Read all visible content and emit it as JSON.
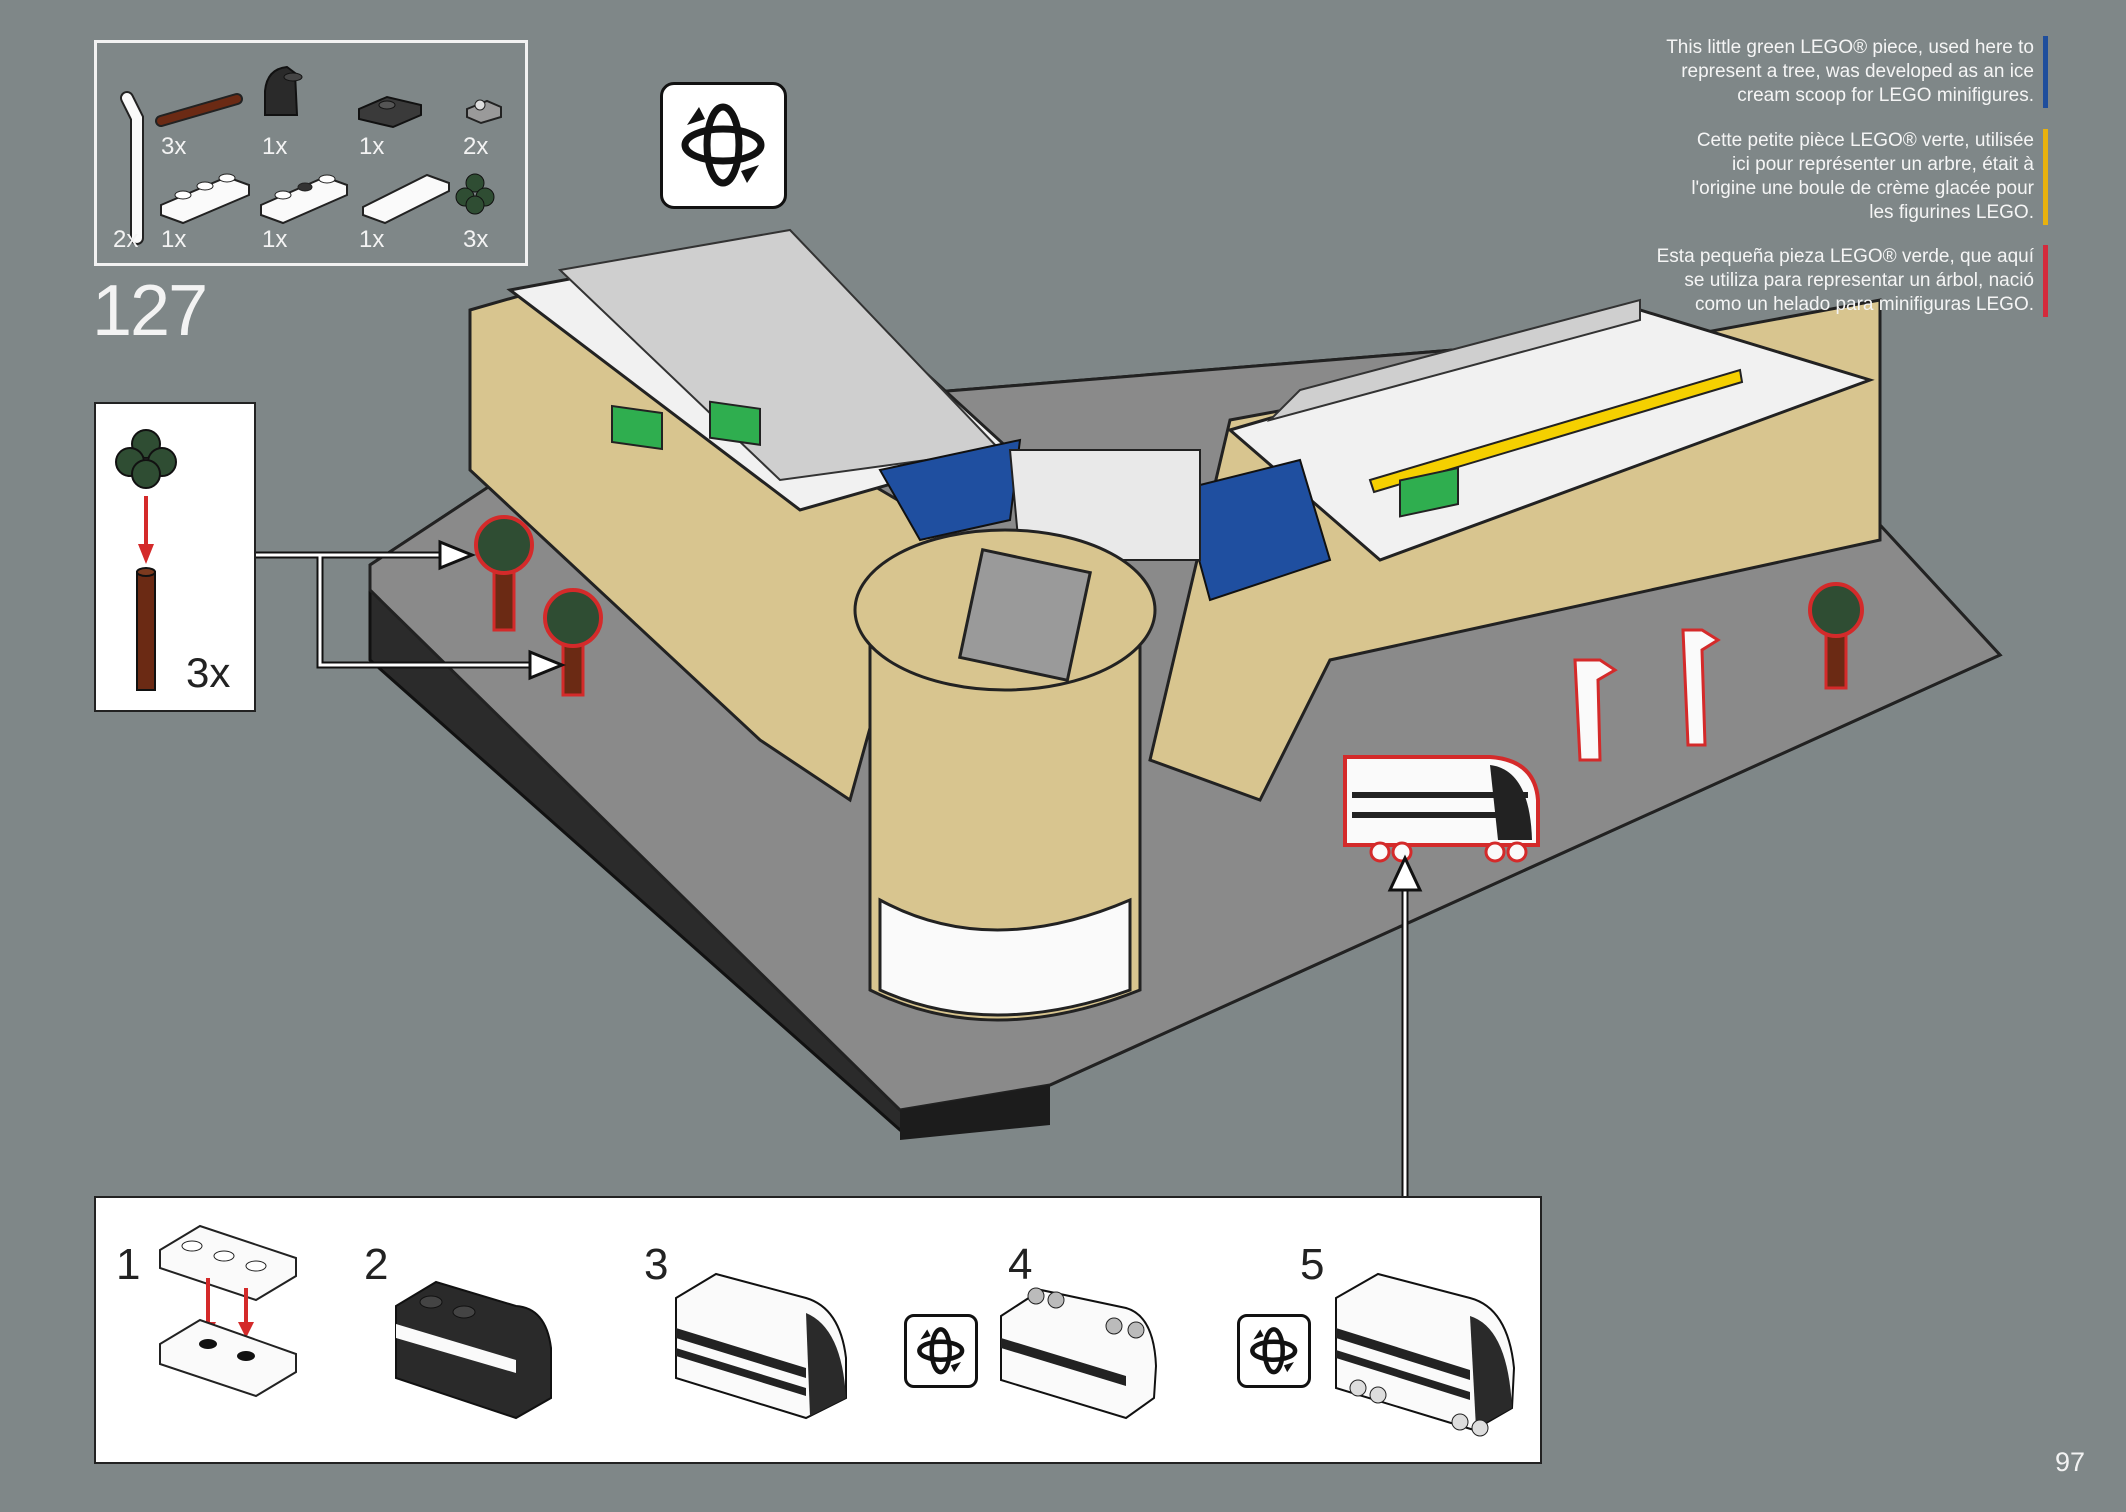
{
  "step": {
    "number": "127"
  },
  "parts": [
    {
      "name": "white-bar-bent",
      "qty": "2x"
    },
    {
      "name": "brown-bar",
      "qty": "3x"
    },
    {
      "name": "black-slope-curved",
      "qty": "1x"
    },
    {
      "name": "dark-plate-1x2-jumper",
      "qty": "1x"
    },
    {
      "name": "wheel-holder",
      "qty": "2x"
    },
    {
      "name": "white-plate-1x3",
      "qty": "1x"
    },
    {
      "name": "white-plate-1x3-jumper",
      "qty": "1x"
    },
    {
      "name": "white-tile-1x3",
      "qty": "1x"
    },
    {
      "name": "green-tree-scoop",
      "qty": "3x"
    }
  ],
  "submodel": {
    "qty": "3x"
  },
  "facts": [
    {
      "lang": "en",
      "color": "#1f4e9c",
      "text": "This little green LEGO® piece, used here to\nrepresent a tree, was developed as an ice\ncream scoop for LEGO minifigures."
    },
    {
      "lang": "fr",
      "color": "#e8b10d",
      "text": "Cette petite pièce LEGO® verte, utilisée\nici pour représenter un arbre, était à\nl'origine une boule de crème glacée pour\nles figurines LEGO."
    },
    {
      "lang": "es",
      "color": "#d42a3c",
      "text": "Esta pequeña pieza LEGO® verde, que aquí\nse utiliza para representar un árbol, nació\ncomo un helado para minifiguras LEGO."
    }
  ],
  "callout_steps": [
    "1",
    "2",
    "3",
    "4",
    "5"
  ],
  "page": {
    "number": "97"
  },
  "icons": [
    "rotate-model-icon"
  ],
  "colors": {
    "background": "#7f8788",
    "highlight": "#d42a2a",
    "tan": "#d8c58f",
    "tree": "#2f4d33"
  }
}
